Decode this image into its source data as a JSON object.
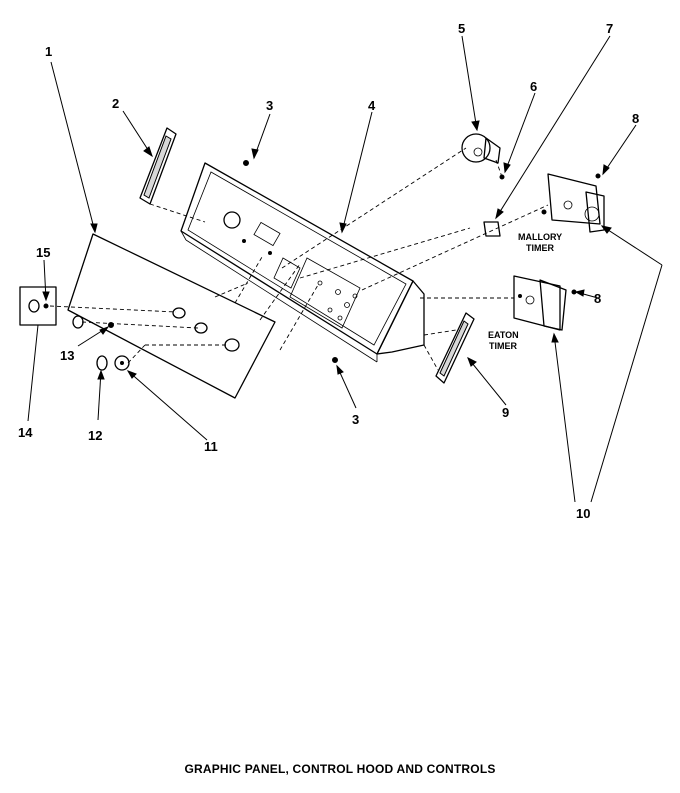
{
  "title": "GRAPHIC PANEL, CONTROL HOOD AND CONTROLS",
  "callouts": {
    "c1": "1",
    "c2": "2",
    "c3a": "3",
    "c3b": "3",
    "c4": "4",
    "c5": "5",
    "c6": "6",
    "c7": "7",
    "c8a": "8",
    "c8b": "8",
    "c9": "9",
    "c10": "10",
    "c11": "11",
    "c12": "12",
    "c13": "13",
    "c14": "14",
    "c15": "15"
  },
  "sublabels": {
    "mallory_1": "MALLORY",
    "mallory_2": "TIMER",
    "eaton_1": "EATON",
    "eaton_2": "TIMER"
  }
}
